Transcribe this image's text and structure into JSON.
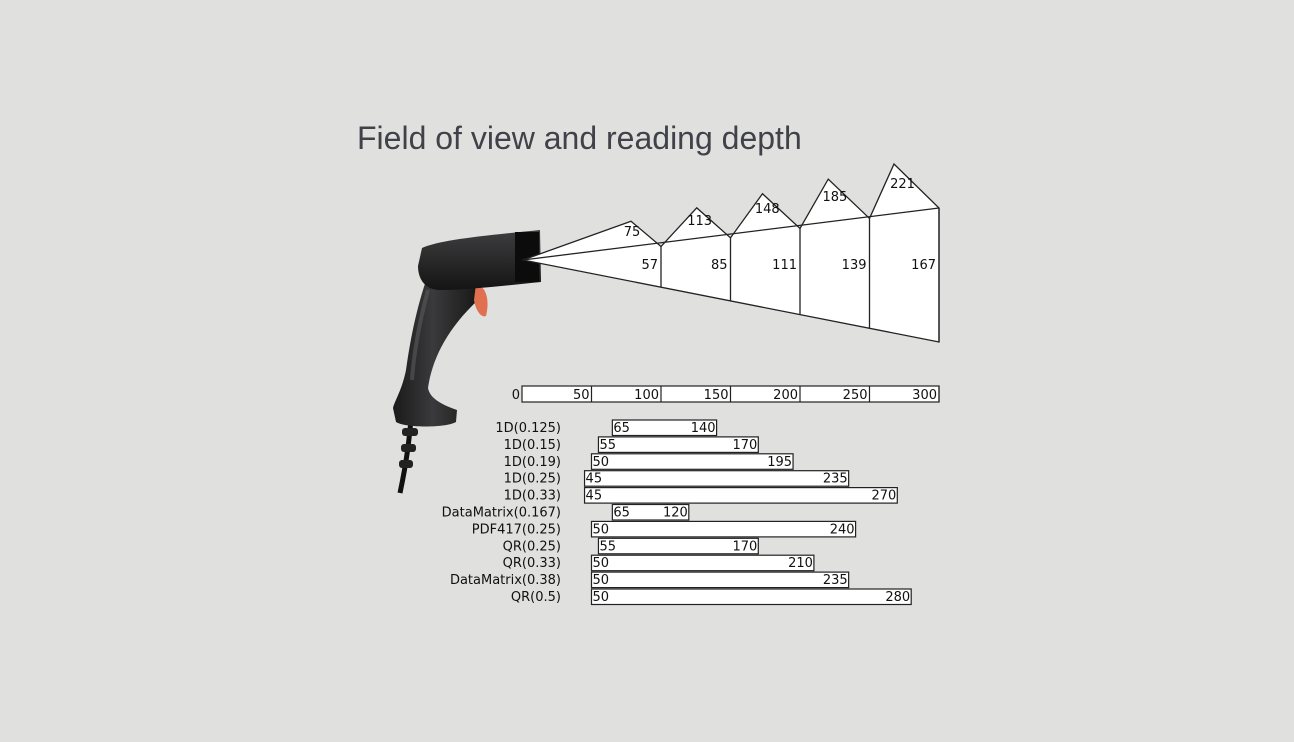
{
  "title": "Field of view and reading depth",
  "icons": {
    "scanner": "barcode-scanner-gun-icon"
  },
  "chart_data": {
    "type": "bar",
    "title": "Field of view and reading depth",
    "depth_axis": {
      "ticks": [
        0,
        50,
        100,
        150,
        200,
        250,
        300
      ],
      "range": [
        0,
        300
      ]
    },
    "field_of_view": {
      "depths": [
        100,
        150,
        200,
        250,
        300
      ],
      "upper_widths": [
        75,
        113,
        148,
        185,
        221
      ],
      "lower_widths": [
        57,
        85,
        111,
        139,
        167
      ]
    },
    "reading_ranges": [
      {
        "label": "1D(0.125)",
        "min": 65,
        "max": 140
      },
      {
        "label": "1D(0.15)",
        "min": 55,
        "max": 170
      },
      {
        "label": "1D(0.19)",
        "min": 50,
        "max": 195
      },
      {
        "label": "1D(0.25)",
        "min": 45,
        "max": 235
      },
      {
        "label": "1D(0.33)",
        "min": 45,
        "max": 270
      },
      {
        "label": "DataMatrix(0.167)",
        "min": 65,
        "max": 120
      },
      {
        "label": "PDF417(0.25)",
        "min": 50,
        "max": 240
      },
      {
        "label": "QR(0.25)",
        "min": 55,
        "max": 170
      },
      {
        "label": "QR(0.33)",
        "min": 50,
        "max": 210
      },
      {
        "label": "DataMatrix(0.38)",
        "min": 50,
        "max": 235
      },
      {
        "label": "QR(0.5)",
        "min": 50,
        "max": 280
      }
    ],
    "colors": {
      "bar_fill": "#ffffff",
      "stroke": "#222222",
      "background": "#e0e0de"
    }
  }
}
